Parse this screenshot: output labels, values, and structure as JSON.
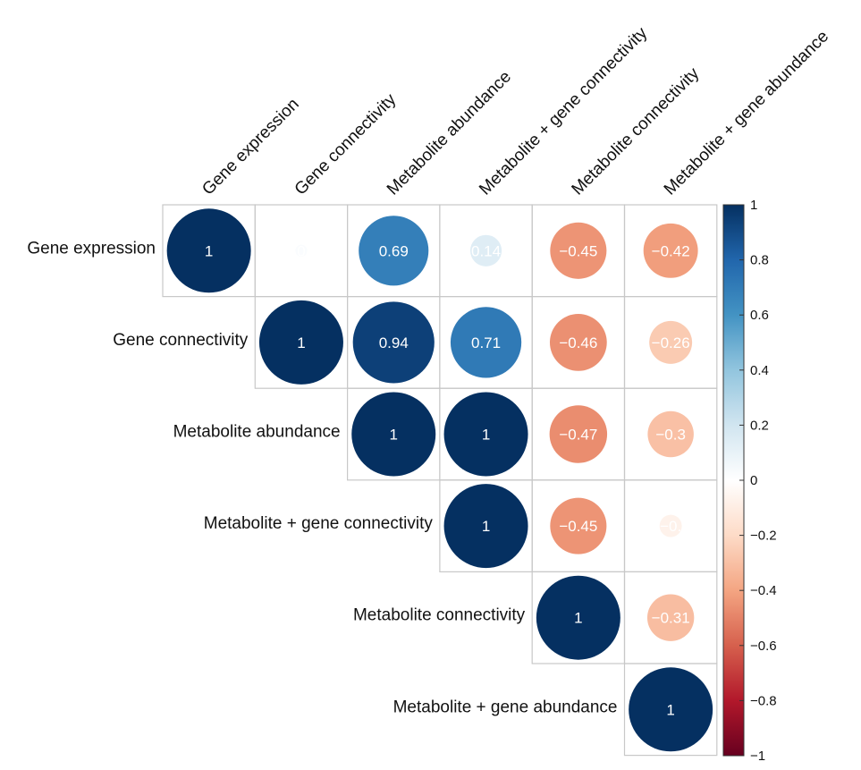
{
  "chart_data": {
    "type": "heatmap",
    "variant": "correlation-circle-upper-triangle",
    "variables": [
      "Gene expression",
      "Gene connectivity",
      "Metabolite abundance",
      "Metabolite + gene connectivity",
      "Metabolite connectivity",
      "Metabolite + gene abundance"
    ],
    "cells": [
      {
        "row": 0,
        "col": 0,
        "value": 1,
        "label": "1"
      },
      {
        "row": 0,
        "col": 1,
        "value": 0.02,
        "label": "0"
      },
      {
        "row": 0,
        "col": 2,
        "value": 0.69,
        "label": "0.69"
      },
      {
        "row": 0,
        "col": 3,
        "value": 0.14,
        "label": "0.14"
      },
      {
        "row": 0,
        "col": 4,
        "value": -0.45,
        "label": "−0.45"
      },
      {
        "row": 0,
        "col": 5,
        "value": -0.42,
        "label": "−0.42"
      },
      {
        "row": 1,
        "col": 1,
        "value": 1,
        "label": "1"
      },
      {
        "row": 1,
        "col": 2,
        "value": 0.94,
        "label": "0.94"
      },
      {
        "row": 1,
        "col": 3,
        "value": 0.71,
        "label": "0.71"
      },
      {
        "row": 1,
        "col": 4,
        "value": -0.46,
        "label": "−0.46"
      },
      {
        "row": 1,
        "col": 5,
        "value": -0.26,
        "label": "−0.26"
      },
      {
        "row": 2,
        "col": 2,
        "value": 1,
        "label": "1"
      },
      {
        "row": 2,
        "col": 3,
        "value": 1,
        "label": "1"
      },
      {
        "row": 2,
        "col": 4,
        "value": -0.47,
        "label": "−0.47"
      },
      {
        "row": 2,
        "col": 5,
        "value": -0.3,
        "label": "−0.3"
      },
      {
        "row": 3,
        "col": 3,
        "value": 1,
        "label": "1"
      },
      {
        "row": 3,
        "col": 4,
        "value": -0.45,
        "label": "−0.45"
      },
      {
        "row": 3,
        "col": 5,
        "value": -0.07,
        "label": "−0."
      },
      {
        "row": 4,
        "col": 4,
        "value": 1,
        "label": "1"
      },
      {
        "row": 4,
        "col": 5,
        "value": -0.31,
        "label": "−0.31"
      },
      {
        "row": 5,
        "col": 5,
        "value": 1,
        "label": "1"
      }
    ],
    "colorbar": {
      "range": [
        -1,
        1
      ],
      "ticks": [
        1,
        0.8,
        0.6,
        0.4,
        0.2,
        0,
        -0.2,
        -0.4,
        -0.6,
        -0.8,
        -1
      ],
      "tick_labels": [
        "1",
        "0.8",
        "0.6",
        "0.4",
        "0.2",
        "0",
        "−0.2",
        "−0.4",
        "−0.6",
        "−0.8",
        "−1"
      ],
      "colors": {
        "negative_end": "#67001f",
        "neg_mid": "#f4a582",
        "zero": "#ffffff",
        "pos_mid": "#4393c3",
        "positive_end": "#053061"
      }
    },
    "grid": true,
    "legend": "right"
  }
}
